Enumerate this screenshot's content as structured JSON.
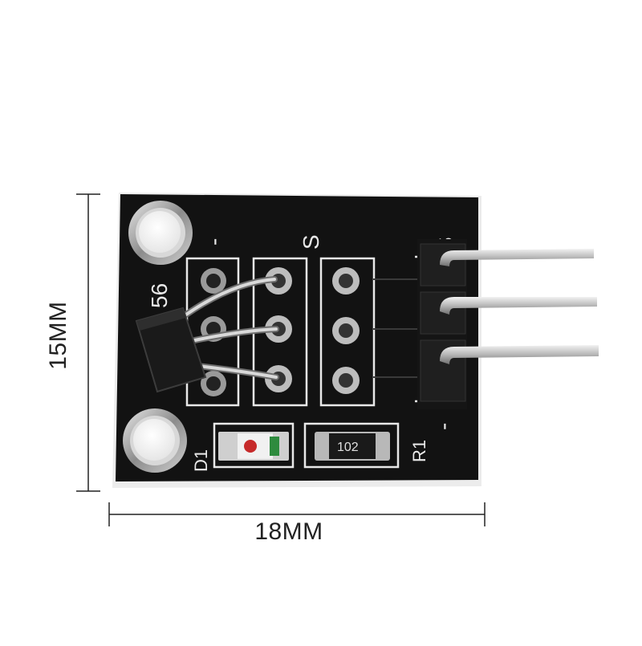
{
  "dimensions": {
    "width_label": "18MM",
    "height_label": "15MM"
  },
  "silkscreen": {
    "pin_minus_top": "-",
    "pin_s_top": "S",
    "part_number_partial": "56",
    "header_s": "S",
    "header_minus": "-",
    "led_ref": "D1",
    "resistor_ref": "R1",
    "resistor_code": "102"
  },
  "colors": {
    "pcb": "#111111",
    "silkscreen": "#e8e8e8",
    "pad": "#bfbfbf",
    "pin_metal": "#c9c9c9",
    "led_green": "#2e8b3e",
    "led_red": "#c62a2a"
  }
}
